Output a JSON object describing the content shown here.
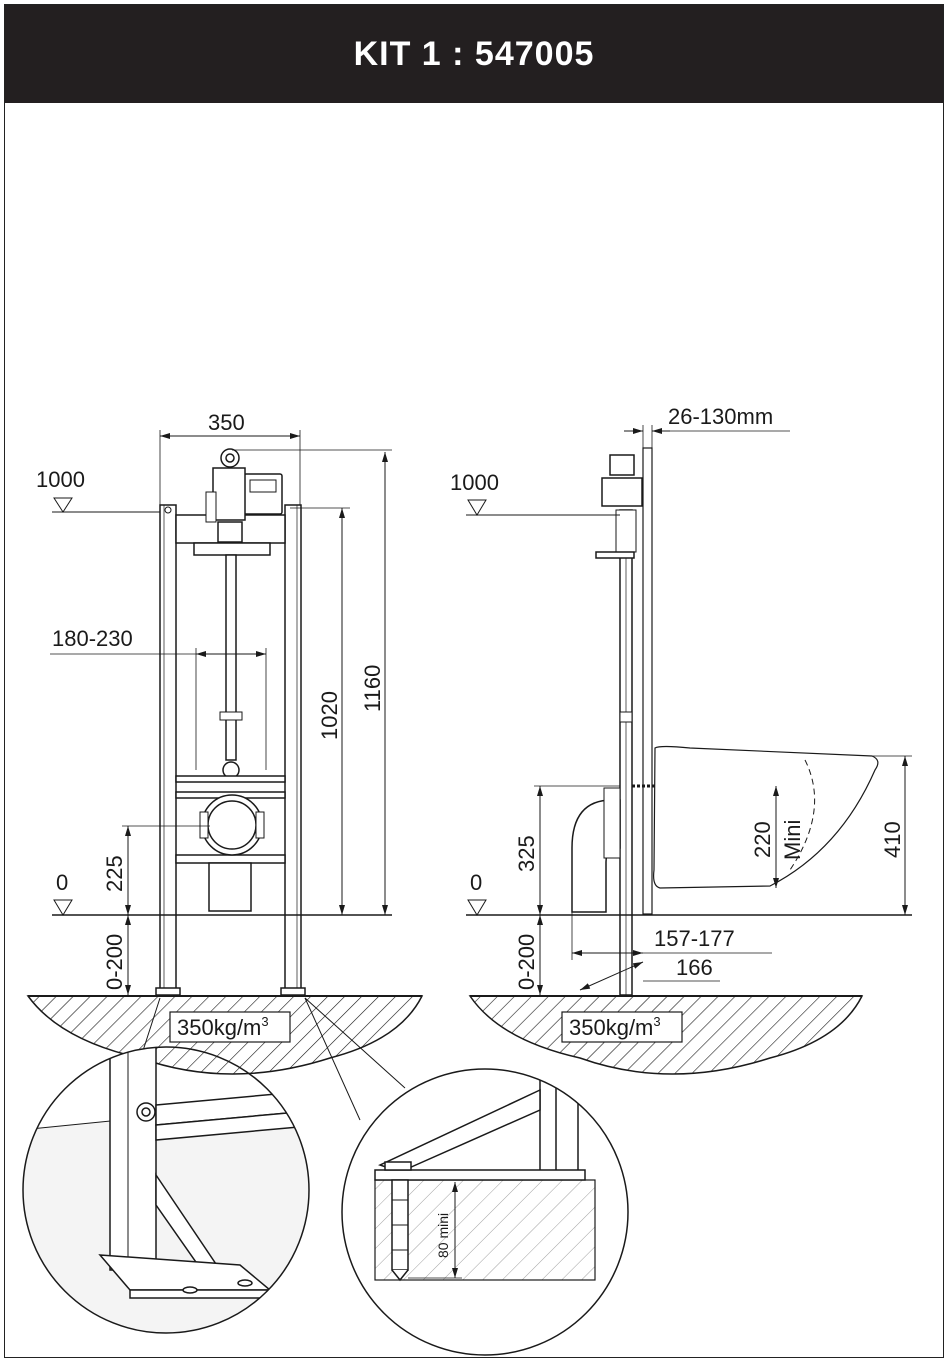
{
  "header": {
    "title": "KIT 1 : 547005"
  },
  "front_view": {
    "width_350": "350",
    "level_1000": "1000",
    "spacing_180_230": "180-230",
    "height_1020": "1020",
    "height_1160": "1160",
    "height_225": "225",
    "level_0": "0",
    "adjust_0_200": "0-200",
    "density": "350kg/m",
    "density_sup": "3"
  },
  "side_view": {
    "wall_26_130": "26-130mm",
    "level_1000": "1000",
    "height_325": "325",
    "height_220": "220",
    "mini_label": "Mini",
    "height_410": "410",
    "level_0": "0",
    "adjust_0_200": "0-200",
    "depth_157_177": "157-177",
    "depth_166": "166",
    "density": "350kg/m",
    "density_sup": "3"
  },
  "detail": {
    "anchor_depth": "80 mini"
  },
  "colors": {
    "header_bg": "#231f20",
    "line": "#1a1a1a"
  }
}
